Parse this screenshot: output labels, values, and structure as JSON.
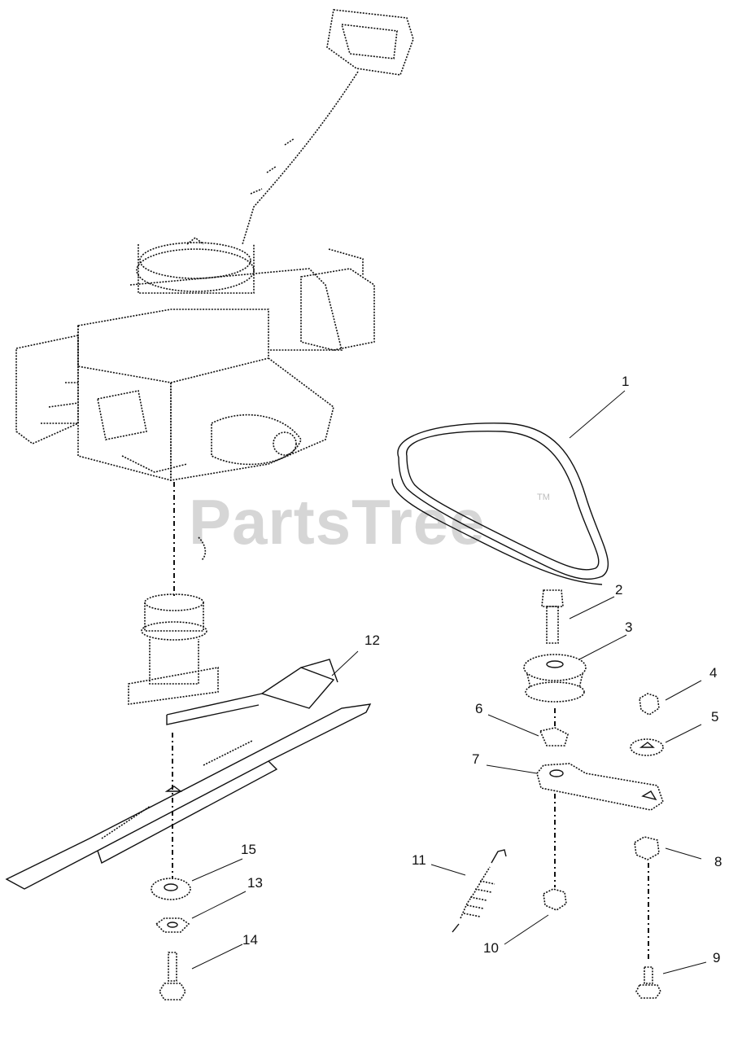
{
  "watermark": {
    "text": "PartsTree",
    "mark": "TM"
  },
  "callouts": [
    "1",
    "2",
    "3",
    "4",
    "5",
    "6",
    "7",
    "8",
    "9",
    "10",
    "11",
    "12",
    "13",
    "14",
    "15"
  ]
}
